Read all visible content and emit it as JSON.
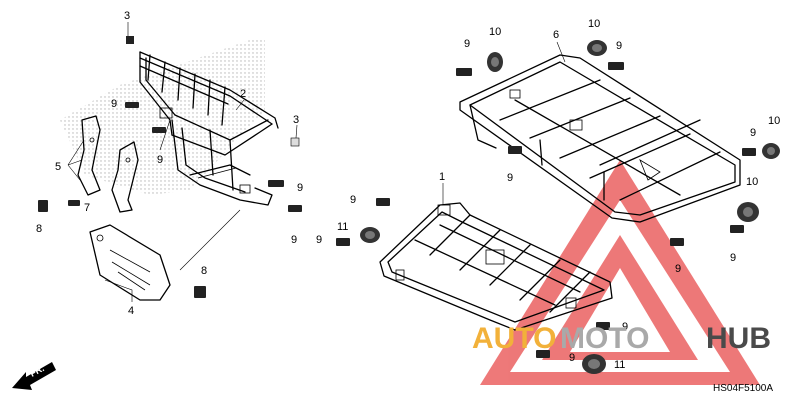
{
  "diagram_code": "HS04F5100A",
  "direction_label": "FR.",
  "watermark": {
    "part1": "AUTO",
    "part2": "MOTO",
    "part3": "HUB"
  },
  "colors": {
    "watermark_triangle": "#e84c4c",
    "watermark_auto": "#f2b13a",
    "watermark_moto": "#a9a9a9",
    "watermark_hub": "#4a4a4a"
  },
  "callouts": {
    "c1": "1",
    "c2": "2",
    "c3a": "3",
    "c3b": "3",
    "c4": "4",
    "c5": "5",
    "c6": "6",
    "c7": "7",
    "c8a": "8",
    "c8b": "8",
    "c9a": "9",
    "c9b": "9",
    "c9c": "9",
    "c9d": "9",
    "c9e": "9",
    "c9f": "9",
    "c9g": "9",
    "c9h": "9",
    "c9i": "9",
    "c9j": "9",
    "c9k": "9",
    "c9l": "9",
    "c9m": "9",
    "c9n": "9",
    "c10a": "10",
    "c10b": "10",
    "c10c": "10",
    "c10d": "10",
    "c11a": "11",
    "c11b": "11"
  }
}
